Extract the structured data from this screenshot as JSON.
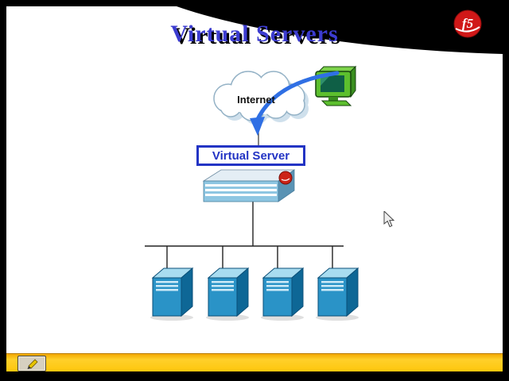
{
  "slide": {
    "title": "Virtual Servers",
    "diagram": {
      "internet_label": "Internet",
      "virtual_server_label": "Virtual Server",
      "server_count": 4
    }
  },
  "branding": {
    "logo_text": "f5"
  },
  "colors": {
    "title_blue": "#3c3cd0",
    "f5_red": "#d01818",
    "box_border_blue": "#2334c4",
    "arrow_blue": "#2f6fe4",
    "server_front_blue": "#2a93c7",
    "server_side_blue": "#0e6796",
    "appliance_blue": "#8ec6e2",
    "computer_green": "#5cbf2e",
    "bottom_bar_yellow": "#fdc60a",
    "background_black": "#000000"
  }
}
